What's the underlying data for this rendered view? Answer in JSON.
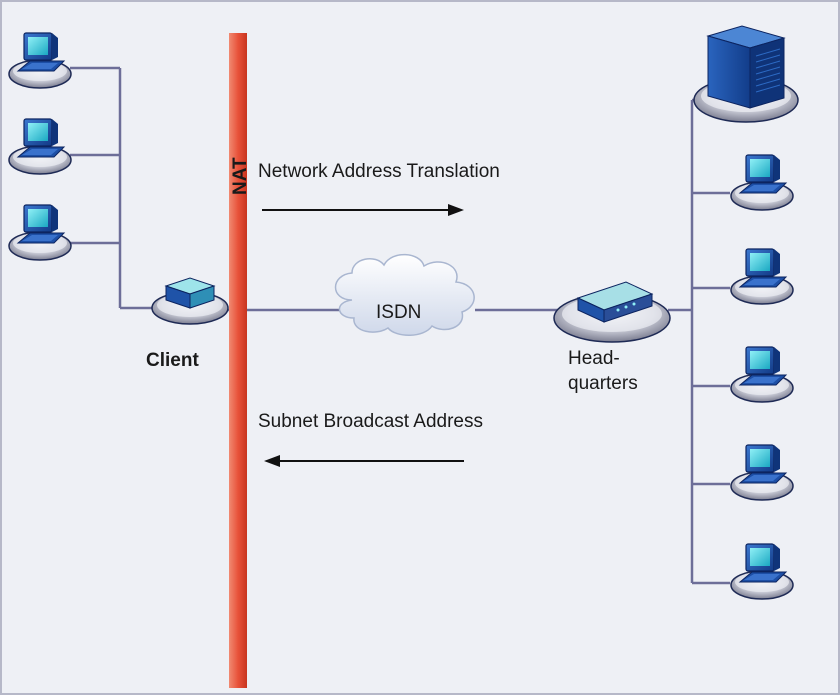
{
  "labels": {
    "nat": "NAT",
    "top_arrow": "Network Address Translation",
    "bottom_arrow": "Subnet Broadcast Address",
    "cloud": "ISDN",
    "client": "Client",
    "hq_line1": "Head-",
    "hq_line2": "quarters"
  },
  "icons": {
    "client_pcs": [
      "desktop-computer-icon",
      "desktop-computer-icon",
      "desktop-computer-icon"
    ],
    "client_router": "router-icon",
    "cloud": "isdn-cloud-icon",
    "hq_router": "router-icon",
    "hq_server": "server-icon",
    "hq_pcs": [
      "desktop-computer-icon",
      "desktop-computer-icon",
      "desktop-computer-icon",
      "desktop-computer-icon",
      "desktop-computer-icon",
      "desktop-computer-icon"
    ]
  },
  "colors": {
    "background": "#eef0f5",
    "frame": "#b6b8c8",
    "network_line": "#6d6e98",
    "nat_bar": "#e8523a",
    "arrow": "#111111",
    "device_blue": "#1f53a8",
    "screen_cyan": "#2fc8d8",
    "cloud": "#e4eaf4"
  }
}
